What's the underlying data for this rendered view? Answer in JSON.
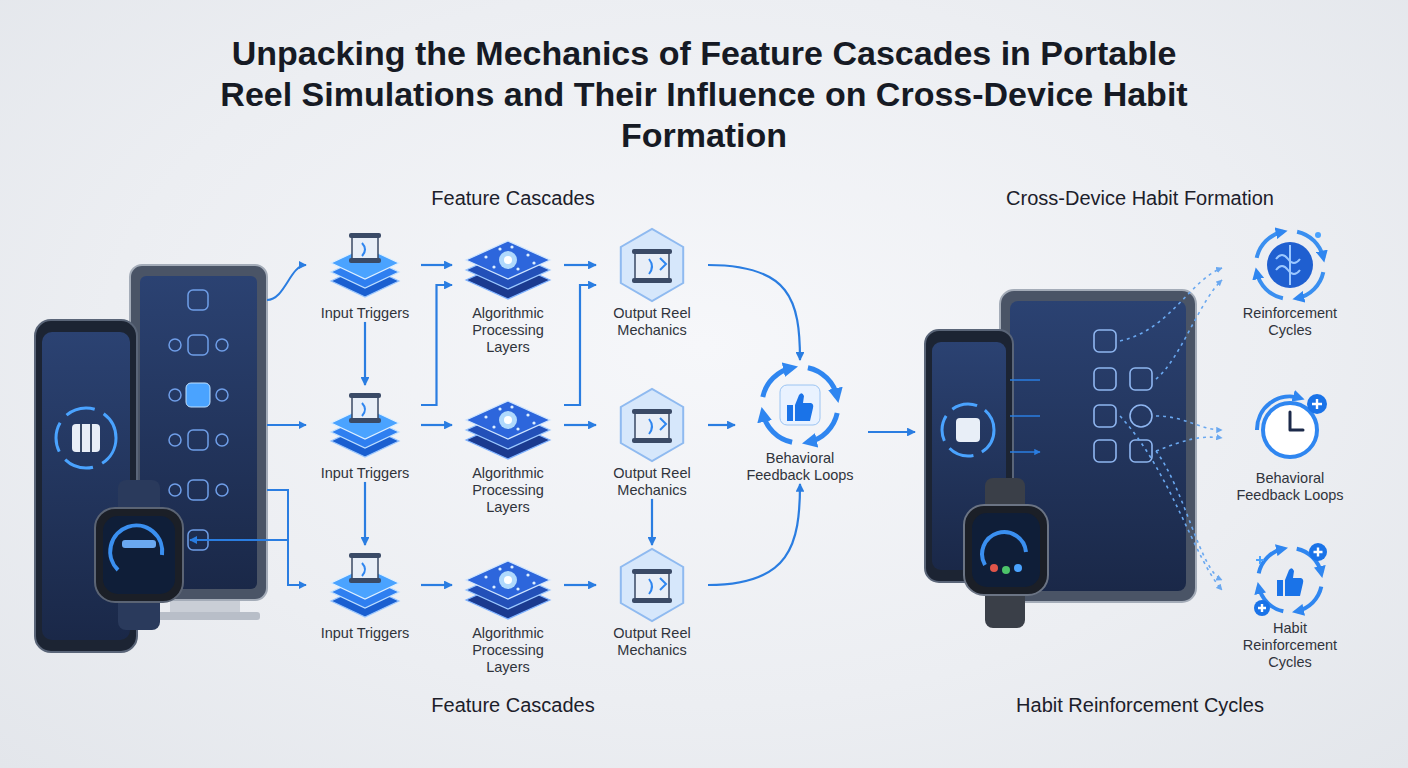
{
  "diagram": {
    "title": "Unpacking the Mechanics of Feature Cascades in Portable Reel Simulations and Their Influence on Cross-Device Habit Formation",
    "nodes": [
      {
        "text": [
          "Input Triggers"
        ]
      },
      {
        "text": [
          "Algorithmic Processing Layers"
        ]
      },
      {
        "text": [
          "Output Reel Mechanics"
        ]
      },
      {
        "text": [
          "Input Triggers"
        ]
      },
      {
        "text": [
          "Algorithmic Processing Layers"
        ]
      },
      {
        "text": [
          "Output Reel Mechanics"
        ]
      },
      {
        "text": [
          "Input Triggers"
        ]
      },
      {
        "text": [
          "Algorithmic Processing Layers"
        ]
      },
      {
        "text": [
          "Output Reel Mechanics"
        ]
      },
      {
        "text": [
          "Behavioral Feedback Loops"
        ]
      },
      {
        "text": [
          "Reinforcement Cycles"
        ]
      },
      {
        "text": [
          "Behavioral Feedback Loops"
        ]
      },
      {
        "text": [
          "Habit Reinforcement Cycles"
        ]
      }
    ],
    "edges": [
      {
        "from": 0,
        "to": 1,
        "arrow": "to"
      },
      {
        "from": 1,
        "to": 2,
        "arrow": "to"
      },
      {
        "from": 0,
        "to": 3,
        "arrow": "to"
      },
      {
        "from": 3,
        "to": 1,
        "arrow": "to"
      },
      {
        "from": 3,
        "to": 4,
        "arrow": "to"
      },
      {
        "from": 4,
        "to": 5,
        "arrow": "to"
      },
      {
        "from": 4,
        "to": 2,
        "arrow": "to"
      },
      {
        "from": 3,
        "to": 6,
        "arrow": "to"
      },
      {
        "from": 6,
        "to": 7,
        "arrow": "to"
      },
      {
        "from": 7,
        "to": 8,
        "arrow": "to"
      },
      {
        "from": 5,
        "to": 8,
        "arrow": "to"
      },
      {
        "from": 2,
        "to": 9,
        "arrow": "to"
      },
      {
        "from": 5,
        "to": 9,
        "arrow": "to"
      },
      {
        "from": 8,
        "to": 9,
        "arrow": "to"
      }
    ],
    "labels": [
      "Feature Cascades",
      "Cross-Device Habit Formation",
      "Feature Cascades",
      "Habit Reinforcement Cycles"
    ]
  }
}
